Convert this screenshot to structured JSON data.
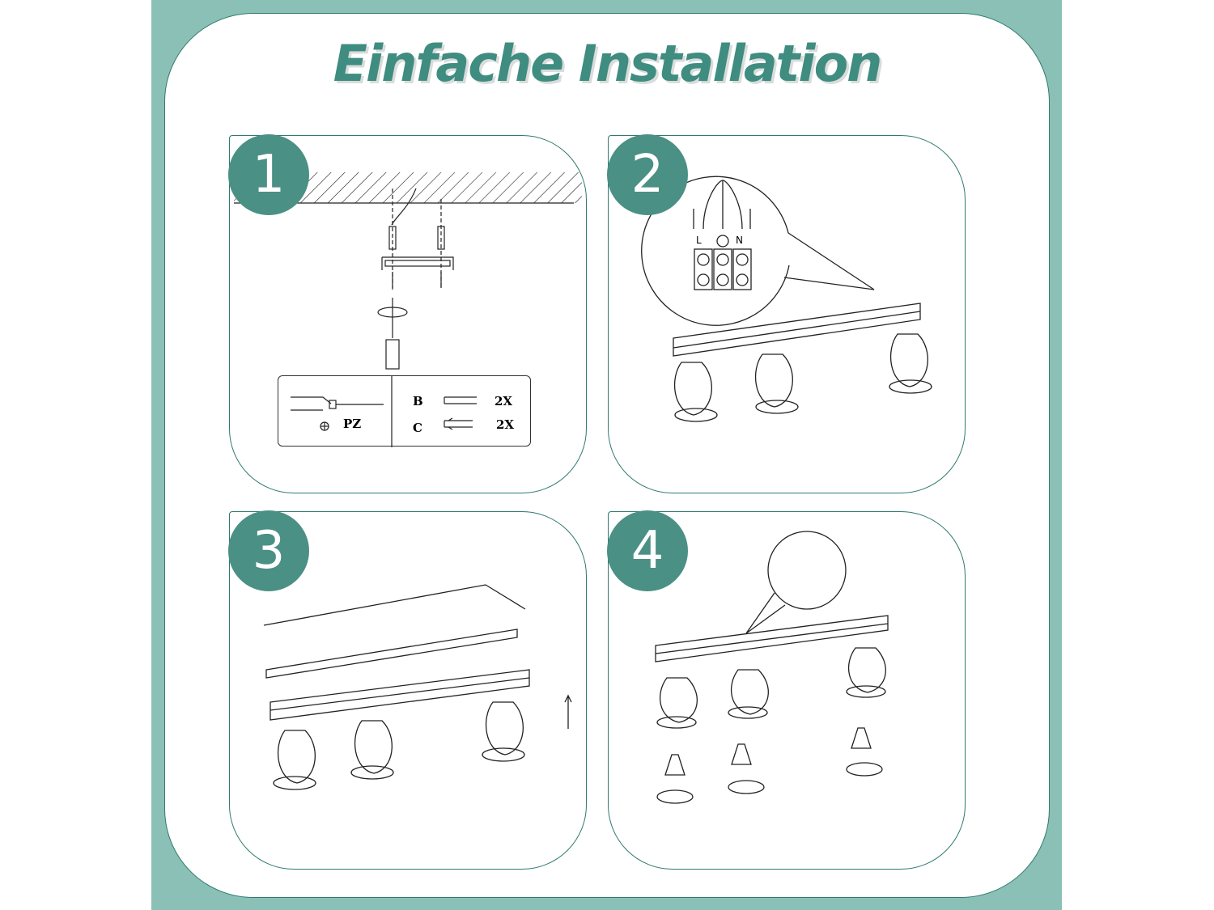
{
  "title": "Einfache Installation",
  "colors": {
    "frame": "#8bc0b6",
    "accent": "#4a9084",
    "title": "#3f8c80",
    "border": "#2f7a6e"
  },
  "steps": [
    {
      "number": "1",
      "tools": {
        "screwdriver_type": "PZ",
        "parts": [
          {
            "letter": "B",
            "icon": "screw-icon",
            "qty": "2X"
          },
          {
            "letter": "C",
            "icon": "wall-plug-icon",
            "qty": "2X"
          }
        ]
      }
    },
    {
      "number": "2",
      "terminal_labels": [
        "L",
        "N"
      ]
    },
    {
      "number": "3"
    },
    {
      "number": "4"
    }
  ]
}
